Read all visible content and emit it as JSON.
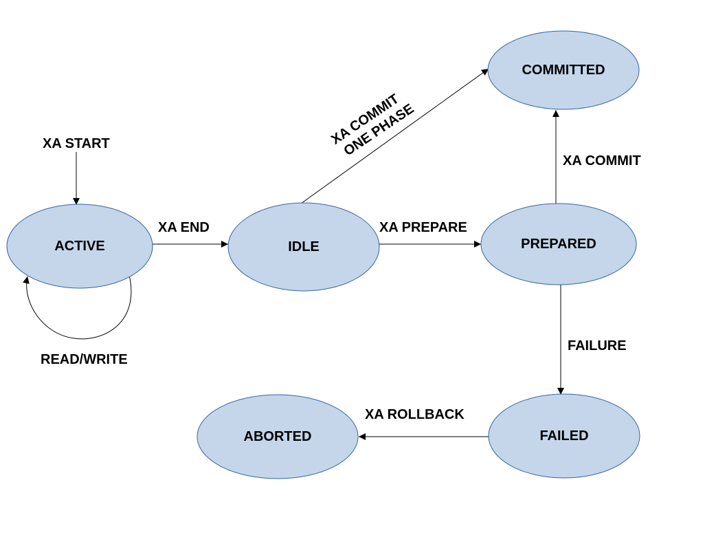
{
  "diagram": {
    "colors": {
      "state_fill": "#c5d6ea",
      "state_stroke": "#3465a4",
      "edge": "#000000",
      "text": "#000000",
      "background": "#ffffff"
    },
    "states": {
      "active": "ACTIVE",
      "idle": "IDLE",
      "prepared": "PREPARED",
      "committed": "COMMITTED",
      "failed": "FAILED",
      "aborted": "ABORTED"
    },
    "transitions": {
      "xa_start": "XA START",
      "read_write": "READ/WRITE",
      "xa_end": "XA END",
      "xa_prepare": "XA PREPARE",
      "xa_commit_one_phase_line1": "XA COMMIT",
      "xa_commit_one_phase_line2": "ONE PHASE",
      "xa_commit": "XA COMMIT",
      "failure": "FAILURE",
      "xa_rollback": "XA ROLLBACK"
    }
  }
}
